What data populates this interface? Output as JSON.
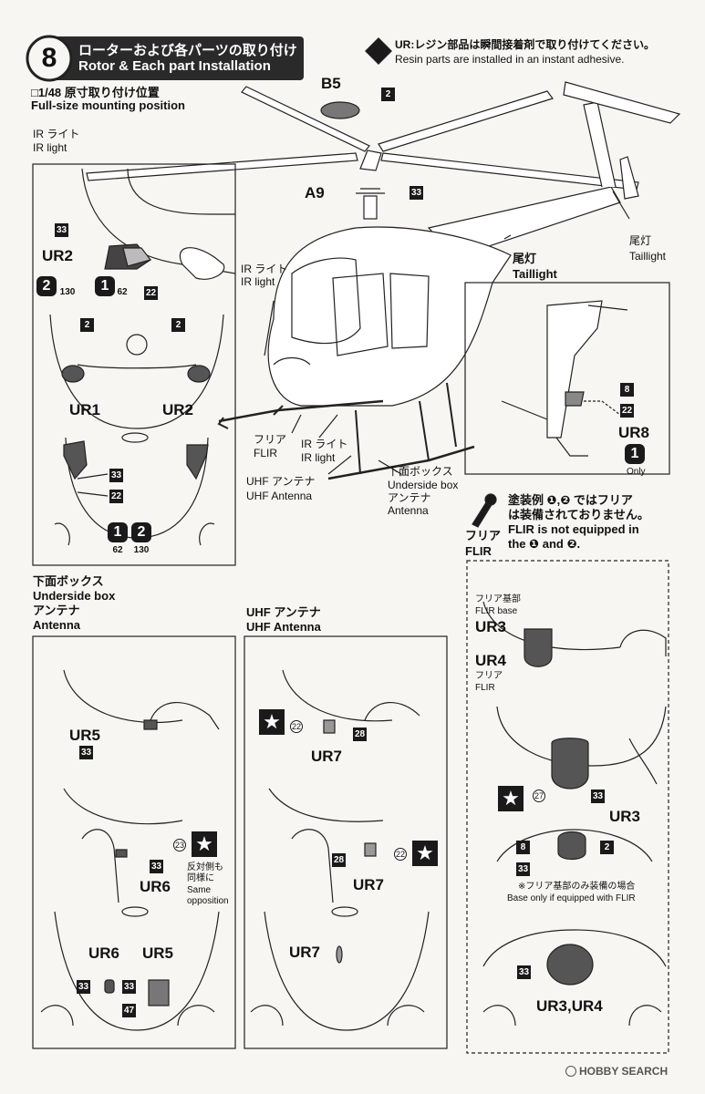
{
  "header": {
    "step_number": "8",
    "title_jp": "ローターおよび各パーツの取り付け",
    "title_en": "Rotor & Each part Installation"
  },
  "resin_note": {
    "jp": "UR:レジン部品は瞬間接着剤で取り付けてください。",
    "en": "Resin parts are installed in an instant adhesive."
  },
  "scale_note": {
    "jp": "□1/48 原寸取り付け位置",
    "en": "Full-size mounting position"
  },
  "ir_panel": {
    "title_jp": "IR ライト",
    "title_en": "IR light",
    "parts": [
      "33",
      "UR2",
      "2",
      "130",
      "1",
      "62",
      "22",
      "2",
      "2",
      "UR1",
      "UR2",
      "33",
      "22",
      "1",
      "2",
      "62",
      "130"
    ]
  },
  "main": {
    "b5": "B5",
    "b5_num": "2",
    "a9": "A9",
    "a9_num": "33",
    "taillight_jp": "尾灯",
    "taillight_en": "Taillight",
    "ir_jp": "IR ライト",
    "ir_en": "IR light",
    "flir_jp": "フリア",
    "flir_en": "FLIR",
    "ir2_jp": "IR ライト",
    "ir2_en": "IR light",
    "uhf_jp": "UHF アンテナ",
    "uhf_en": "UHF Antenna",
    "ub_jp": "下面ボックス",
    "ub_en": "Underside box",
    "ant_jp": "アンテナ",
    "ant_en": "Antenna"
  },
  "taillight_panel": {
    "title_jp": "尾灯",
    "title_en": "Taillight",
    "num1": "8",
    "num2": "22",
    "part": "UR8",
    "paint": "1",
    "only": "Only"
  },
  "flir_note": {
    "line1_jp": "塗装例 ❶,❷ ではフリア",
    "line2_jp": "は装備されておりません。",
    "line1_en": "FLIR is not equipped in",
    "line2_en": "the ❶ and ❷.",
    "icon_jp": "フリア",
    "icon_en": "FLIR"
  },
  "flir_panel": {
    "base_jp": "フリア基部",
    "base_en": "FLIR base",
    "ur3": "UR3",
    "ur4": "UR4",
    "flir_jp": "フリア",
    "flir_en": "FLIR",
    "n27": "27",
    "n33": "33",
    "ur3b": "UR3",
    "n8": "8",
    "n2": "2",
    "n33b": "33",
    "base_only_jp": "※フリア基部のみ装備の場合",
    "base_only_en": "Base only if equipped with FLIR",
    "n33c": "33",
    "ur34": "UR3,UR4"
  },
  "underside_panel": {
    "title_jp": "下面ボックス",
    "title_en": "Underside box",
    "title2_jp": "アンテナ",
    "title2_en": "Antenna",
    "ur5": "UR5",
    "n33": "33",
    "n23": "23",
    "n33b": "33",
    "ur6": "UR6",
    "opp_jp1": "反対側も",
    "opp_jp2": "同様に",
    "opp_en1": "Same",
    "opp_en2": "opposition",
    "ur6b": "UR6",
    "ur5b": "UR5",
    "n33c": "33",
    "n33d": "33",
    "n47": "47"
  },
  "uhf_panel": {
    "title_jp": "UHF アンテナ",
    "title_en": "UHF Antenna",
    "n22": "22",
    "n28": "28",
    "ur7": "UR7",
    "n28b": "28",
    "n22b": "22",
    "ur7b": "UR7",
    "ur7c": "UR7"
  },
  "watermark": "HOBBY SEARCH"
}
